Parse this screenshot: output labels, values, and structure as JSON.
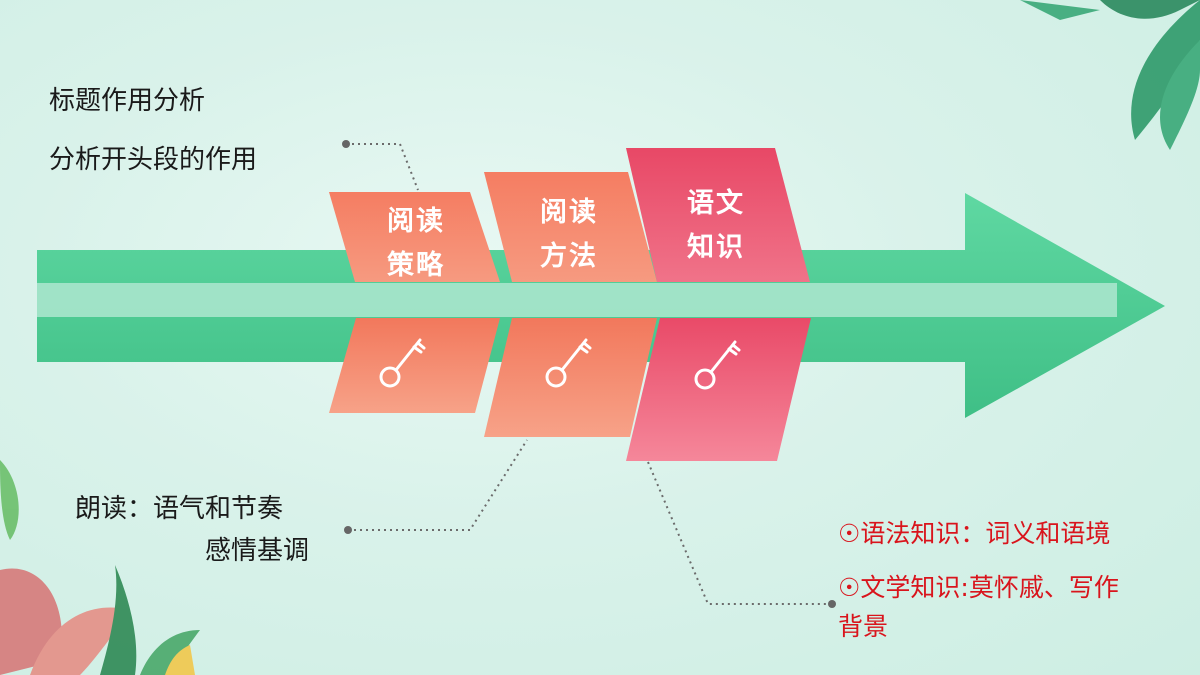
{
  "slide": {
    "top_left": {
      "line1": "标题作用分析",
      "line2": "分析开头段的作用"
    },
    "bottom_left": {
      "line1": "朗读：语气和节奏",
      "line2": "感情基调"
    },
    "right": {
      "item1": "☉语法知识：词义和语境",
      "item2_line1": "☉文学知识:莫怀戚、写作",
      "item2_line2": "背景"
    },
    "blocks": [
      {
        "line1": "阅读",
        "line2": "策略",
        "color_top": "#f07a5f",
        "color_bottom": "#f59077"
      },
      {
        "line1": "阅读",
        "line2": "方法",
        "color_top": "#f07a5f",
        "color_bottom": "#f59077"
      },
      {
        "line1": "语文",
        "line2": "知识",
        "color_top": "#e94a68",
        "color_bottom": "#f0607a"
      }
    ],
    "icons": [
      "key-icon",
      "key-icon",
      "key-icon"
    ],
    "colors": {
      "arrow": "#4fcf95",
      "arrow_highlight": "#a9e6cc",
      "accent_red": "#d9141c",
      "connector": "#666666"
    }
  }
}
